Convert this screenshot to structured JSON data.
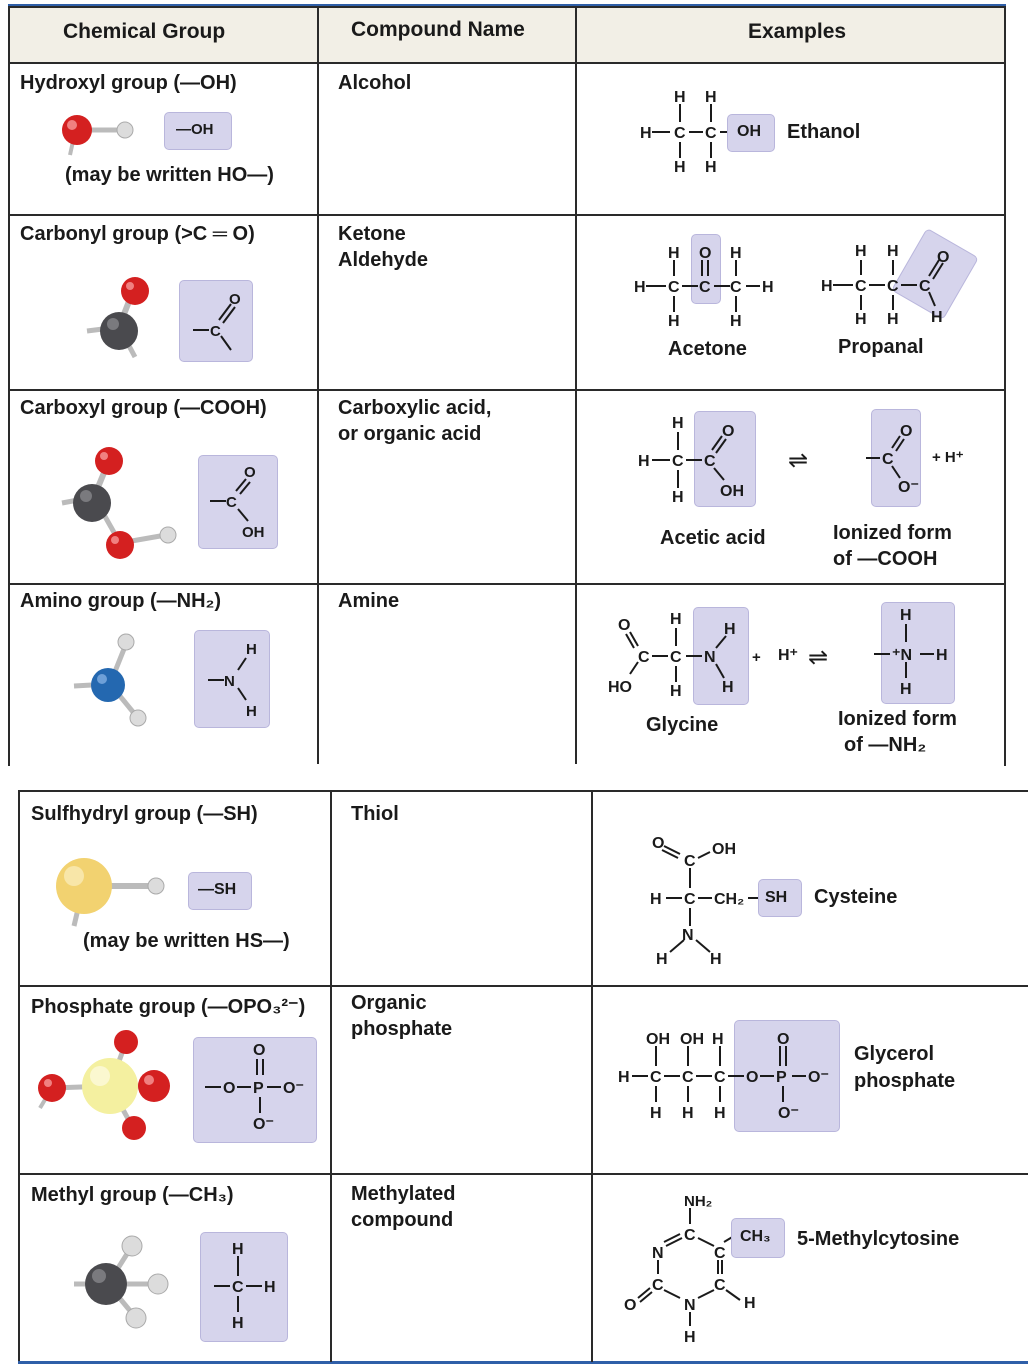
{
  "headers": {
    "chemical_group": "Chemical Group",
    "compound_name": "Compound Name",
    "examples": "Examples"
  },
  "rows": {
    "hydroxyl": {
      "group": "Hydroxyl group (—OH)",
      "formula": "—OH",
      "note": "(may be written HO—)",
      "compound": "Alcohol",
      "example": "Ethanol"
    },
    "carbonyl": {
      "group": "Carbonyl group (˃C ═ O)",
      "compound1": "Ketone",
      "compound2": "Aldehyde",
      "example1": "Acetone",
      "example2": "Propanal"
    },
    "carboxyl": {
      "group": "Carboxyl group (—COOH)",
      "compound1": "Carboxylic acid,",
      "compound2": "or organic acid",
      "example1": "Acetic acid",
      "example2_line1": "Ionized form",
      "example2_line2": "of —COOH"
    },
    "amino": {
      "group": "Amino group (—NH₂)",
      "compound": "Amine",
      "example1": "Glycine",
      "example2_line1": "Ionized form",
      "example2_line2": "of —NH₂"
    },
    "sulfhydryl": {
      "group": "Sulfhydryl group (—SH)",
      "formula": "—SH",
      "note": "(may be written HS—)",
      "compound": "Thiol",
      "example": "Cysteine"
    },
    "phosphate": {
      "group": "Phosphate group (—OPO₃²⁻)",
      "compound1": "Organic",
      "compound2": "phosphate",
      "example1": "Glycerol",
      "example2": "phosphate"
    },
    "methyl": {
      "group": "Methyl group (—CH₃)",
      "compound1": "Methylated",
      "compound2": "compound",
      "example": "5-Methylcytosine"
    }
  },
  "colors": {
    "oxygen": "#d42020",
    "hydrogen": "#dcdcdc",
    "carbon": "#4a4a4e",
    "nitrogen": "#2468b0",
    "sulfur": "#f2d270",
    "phosphorus": "#f4f0a0",
    "highlight": "#d6d4ec",
    "header_bg": "#f2efe6",
    "table_rule": "#2f5fa8"
  },
  "atoms": {
    "H": "H",
    "C": "C",
    "O": "O",
    "N": "N",
    "P": "P",
    "OH": "OH",
    "HO": "HO",
    "SH": "SH",
    "CH2": "CH₂",
    "CH3": "CH₃",
    "NH2": "NH₂",
    "Ominus": "O⁻",
    "Nplus": "⁺N",
    "Hplus": "H⁺",
    "plus": "+",
    "dash_OH": "—OH",
    "dash_SH": "—SH",
    "equilibrium": "⇌"
  }
}
